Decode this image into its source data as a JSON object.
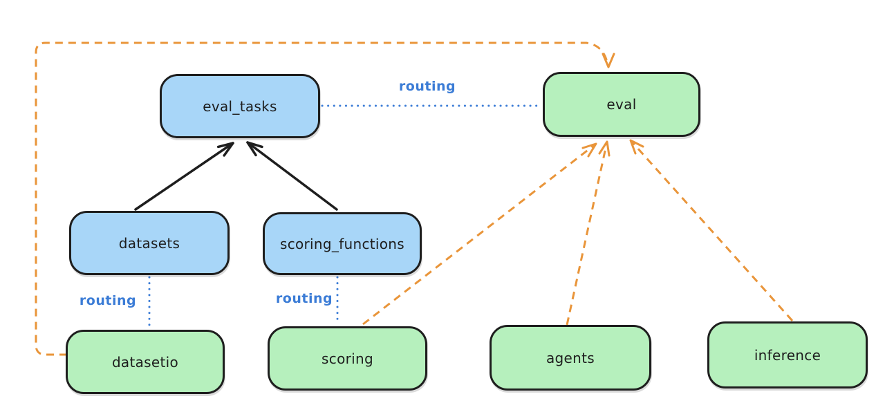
{
  "diagram": {
    "background": "#ffffff",
    "colors": {
      "stroke": "#1e1e1e",
      "blue_fill": "#a8d6f8",
      "green_fill": "#b6f0bd",
      "orange": "#e9953a",
      "blue_routing": "#3b7cd6"
    },
    "nodes": [
      {
        "id": "eval_tasks",
        "label": "eval_tasks",
        "fill": "blue"
      },
      {
        "id": "eval",
        "label": "eval",
        "fill": "green"
      },
      {
        "id": "datasets",
        "label": "datasets",
        "fill": "blue"
      },
      {
        "id": "scoring_functions",
        "label": "scoring_functions",
        "fill": "blue"
      },
      {
        "id": "datasetio",
        "label": "datasetio",
        "fill": "green"
      },
      {
        "id": "scoring",
        "label": "scoring",
        "fill": "green"
      },
      {
        "id": "agents",
        "label": "agents",
        "fill": "green"
      },
      {
        "id": "inference",
        "label": "inference",
        "fill": "green"
      }
    ],
    "edges": [
      {
        "from": "datasets",
        "to": "eval_tasks",
        "style": "solid-black-arrow"
      },
      {
        "from": "scoring_functions",
        "to": "eval_tasks",
        "style": "solid-black-arrow"
      },
      {
        "from": "eval_tasks",
        "to": "eval",
        "style": "dotted-blue",
        "label": "routing"
      },
      {
        "from": "datasets",
        "to": "datasetio",
        "style": "dotted-blue",
        "label": "routing"
      },
      {
        "from": "scoring_functions",
        "to": "scoring",
        "style": "dotted-blue",
        "label": "routing"
      },
      {
        "from": "datasetio",
        "to": "eval",
        "style": "dashed-orange-arrow"
      },
      {
        "from": "scoring",
        "to": "eval",
        "style": "dashed-orange-arrow"
      },
      {
        "from": "agents",
        "to": "eval",
        "style": "dashed-orange-arrow"
      },
      {
        "from": "inference",
        "to": "eval",
        "style": "dashed-orange-arrow"
      }
    ]
  }
}
